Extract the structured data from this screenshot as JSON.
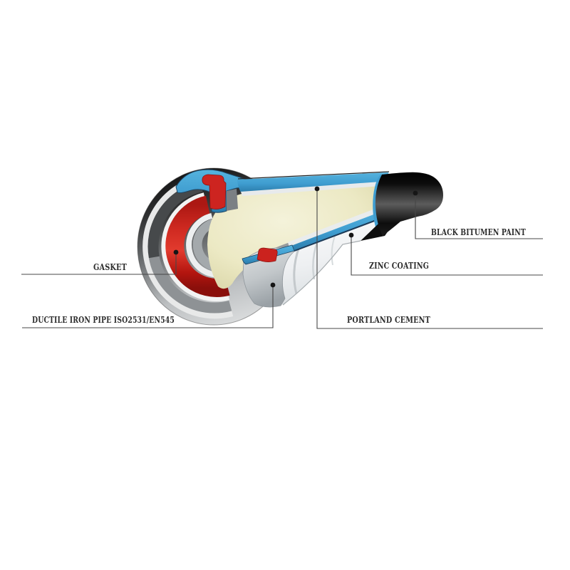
{
  "diagram": {
    "name": "Ductile iron pipe cutaway diagram",
    "background_color": "#ffffff"
  },
  "labels": {
    "gasket": {
      "text": "GASKET"
    },
    "ductile_iron_pipe": {
      "text": "DUCTILE IRON PIPE ISO2531/EN545"
    },
    "black_bitumen_paint": {
      "text": "BLACK BITUMEN PAINT"
    },
    "zinc_coating": {
      "text": "ZINC COATING"
    },
    "portland_cement": {
      "text": "PORTLAND CEMENT"
    }
  },
  "colors": {
    "gasket_red": "#cd2420",
    "ductile_iron_gray": "#8e9295",
    "bitumen_black": "#111111",
    "zinc_white": "#e8ecee",
    "cement_cream": "#ece9c4",
    "cut_face_blue": "#3f9dd0",
    "leader_line": "#474747",
    "label_text": "#2c2c2c"
  }
}
